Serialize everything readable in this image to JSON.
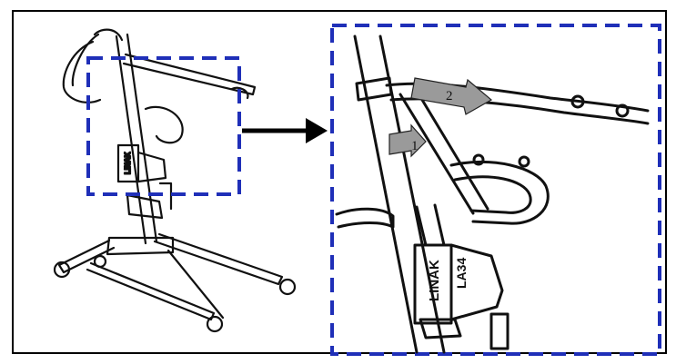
{
  "figure": {
    "labels": {
      "motor_brand_small": "LINAK",
      "motor_brand_large": "LINAK",
      "motor_model_large": "LA34"
    },
    "steps": [
      {
        "number": "1"
      },
      {
        "number": "2"
      }
    ],
    "colors": {
      "callout_border": "#1f2fb8",
      "frame_border": "#000000",
      "step_arrow_fill": "#9a9a9a",
      "line_art": "#111111"
    },
    "icons": {
      "zoom_arrow": "arrow-right-icon",
      "step_arrow": "arrow-icon"
    }
  }
}
